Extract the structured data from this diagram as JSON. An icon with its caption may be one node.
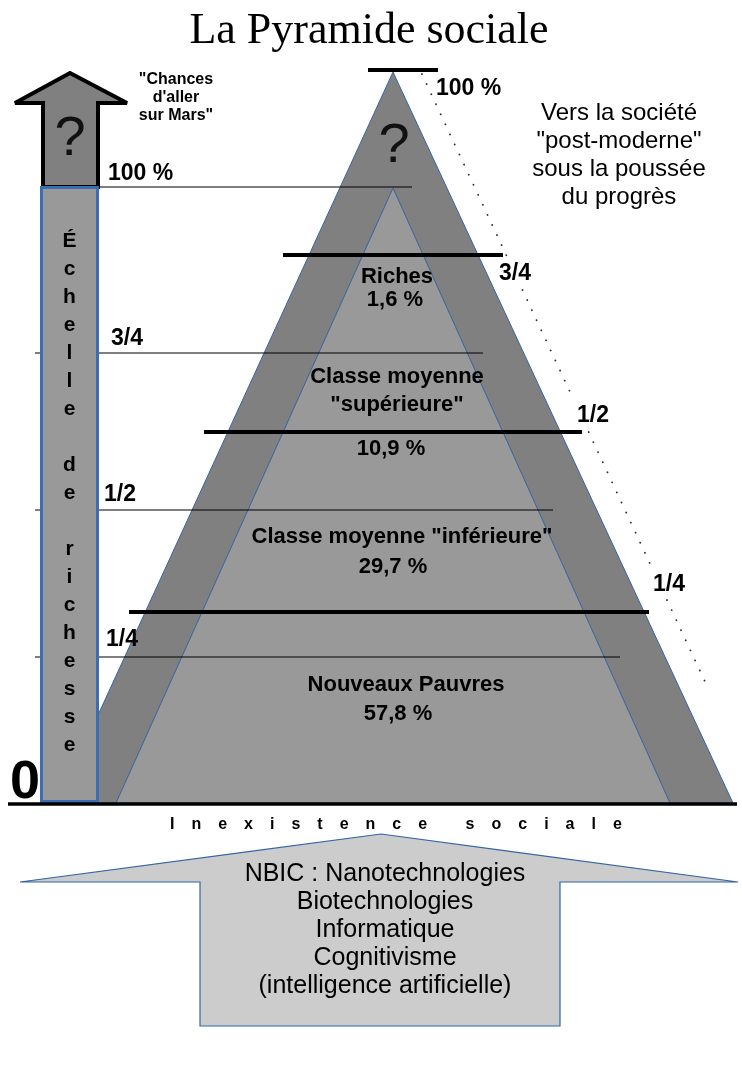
{
  "diagram": {
    "title": "La Pyramide sociale",
    "nodes": [
      {
        "text": [
          "?"
        ],
        "beside": [
          "\"Chances d'aller sur Mars\""
        ]
      },
      {
        "text": [
          "Échelle de richesse"
        ]
      },
      {
        "text": [
          "?"
        ]
      },
      {
        "text": [
          "Riches",
          "1,6 %",
          "Classe moyenne \"supérieure\"",
          "10,9 %",
          "Classe moyenne \"inférieure\"",
          "29,7 %",
          "Nouveaux Pauvres",
          "57,8 %"
        ],
        "in": 2
      },
      {
        "text": [
          "NBIC : Nanotechnologies Biotechnologies Informatique Cognitivisme (intelligence artificielle)"
        ]
      }
    ],
    "labels": [
      "100 %",
      "Vers la société \"post-moderne\" sous la poussée du progrès",
      "100 %",
      "3/4",
      "3/4",
      "1/2",
      "1/2",
      "1/4",
      "1/4",
      "0",
      "Inexistence sociale"
    ]
  }
}
